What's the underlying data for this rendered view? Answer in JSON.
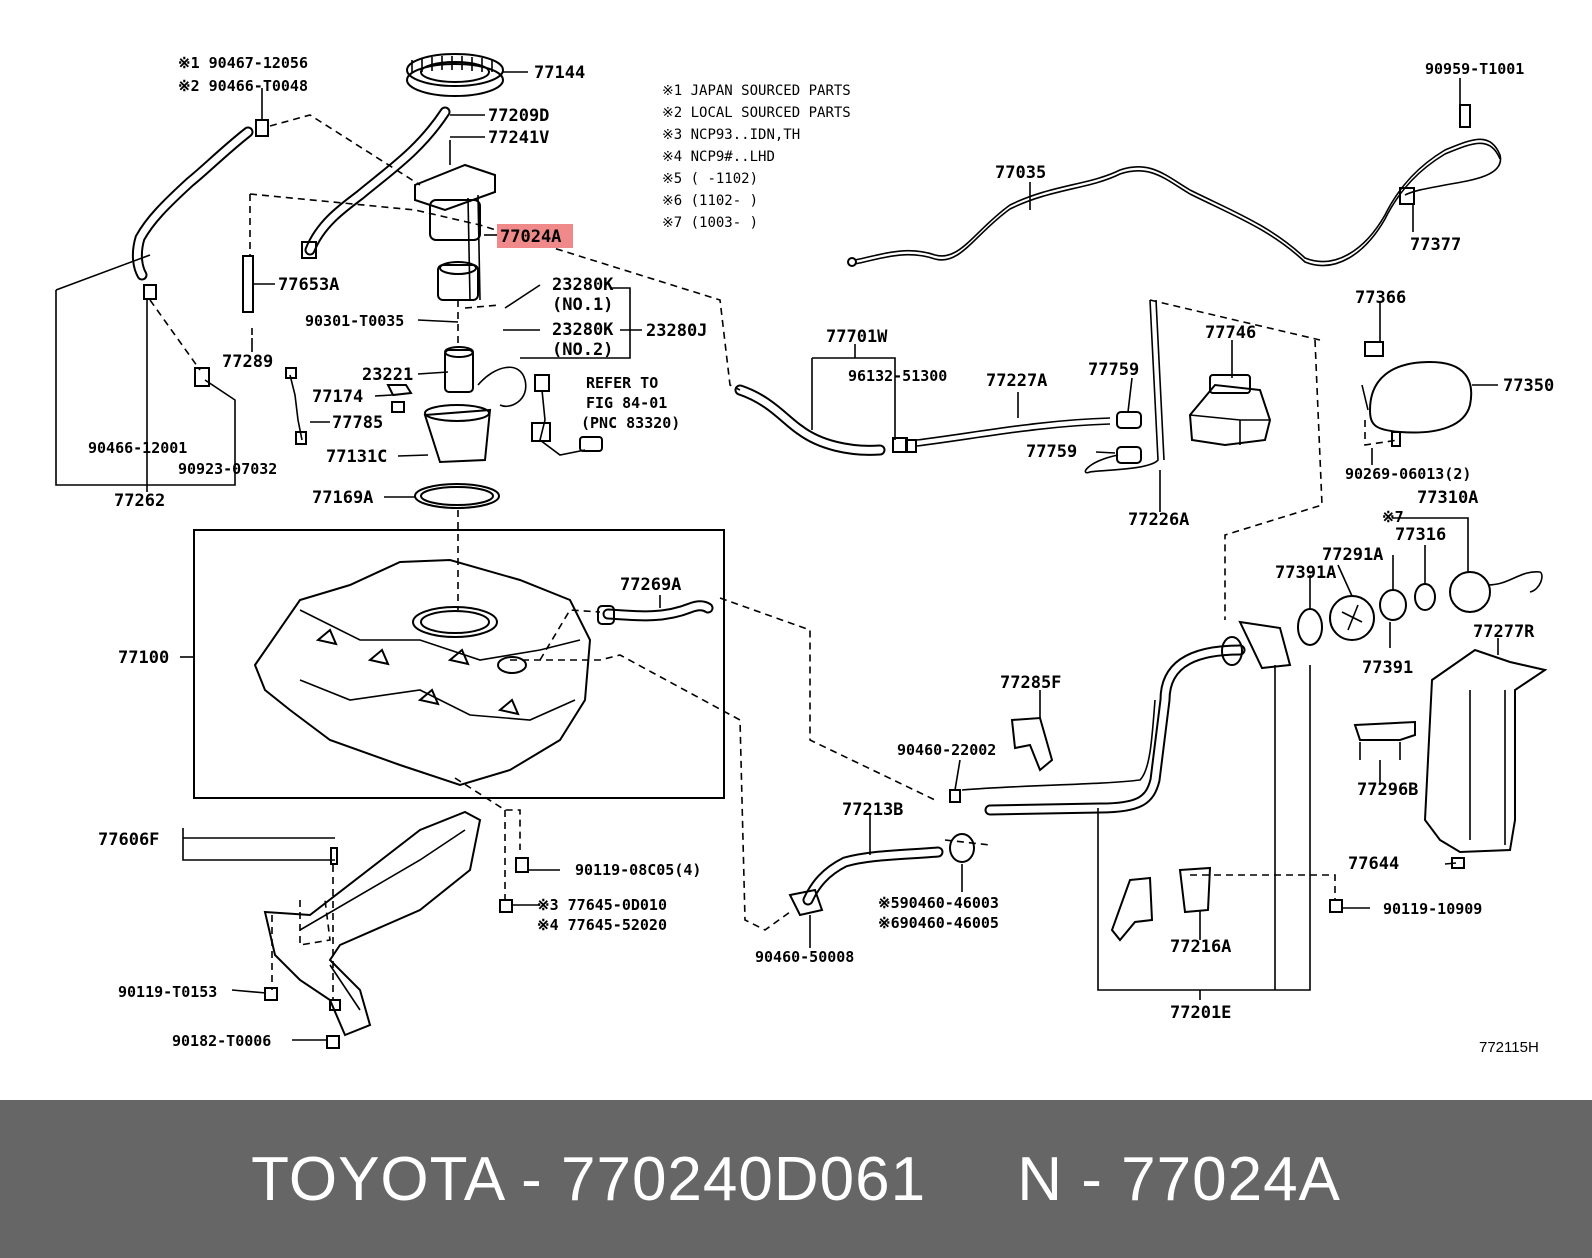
{
  "diagram": {
    "notes": [
      "※1 JAPAN SOURCED PARTS",
      "※2 LOCAL SOURCED PARTS",
      "※3 NCP93..IDN,TH",
      "※4 NCP9#..LHD",
      "※5 (      -1102)",
      "※6 (1102-      )",
      "※7 (1003-      )"
    ],
    "refer": [
      "REFER TO",
      "FIG 84-01",
      "(PNC 83320)"
    ],
    "highlight_color": "#f08a8a",
    "highlighted_part": "77024A",
    "drawing_number": "772115H",
    "labels": {
      "p1": "※1 90467-12056",
      "p2": "※2 90466-T0048",
      "p3": "77144",
      "p4": "77209D",
      "p5": "77241V",
      "p6": "77024A",
      "p7": "77653A",
      "p8": "23280K",
      "p9": "(NO.1)",
      "p10": "23280K",
      "p11": "(NO.2)",
      "p12": "23280J",
      "p13": "90301-T0035",
      "p14": "77289",
      "p15": "23221",
      "p16": "77174",
      "p17": "77785",
      "p18": "77131C",
      "p19": "77169A",
      "p20": "90466-12001",
      "p21": "90923-07032",
      "p22": "77262",
      "p23": "77035",
      "p24": "90959-T1001",
      "p25": "77377",
      "p26": "77701W",
      "p27": "96132-51300",
      "p28": "77227A",
      "p29": "77759",
      "p30": "77746",
      "p31": "77759",
      "p32": "77226A",
      "p33": "77366",
      "p34": "77350",
      "p35": "90269-06013(2)",
      "p36": "77310A",
      "p37": "※7",
      "p38": "77316",
      "p39": "77291A",
      "p40": "77391A",
      "p41": "77391",
      "p42": "77277R",
      "p43": "77269A",
      "p44": "77100",
      "p45": "77285F",
      "p46": "90460-22002",
      "p47": "77213B",
      "p48": "77296B",
      "p49": "77644",
      "p50": "77606F",
      "p51": "90119-08C05(4)",
      "p52": "※3  77645-0D010",
      "p53": "※4  77645-52020",
      "p54": "※590460-46003",
      "p55": "※690460-46005",
      "p56": "90460-50008",
      "p57": "90119-10909",
      "p58": "77216A",
      "p59": "77201E",
      "p60": "90119-T0153",
      "p61": "90182-T0006"
    }
  },
  "footer": {
    "brand": "TOYOTA",
    "part_number": "770240D061",
    "pnc_prefix": "N",
    "pnc": "77024A",
    "separator": "-"
  }
}
